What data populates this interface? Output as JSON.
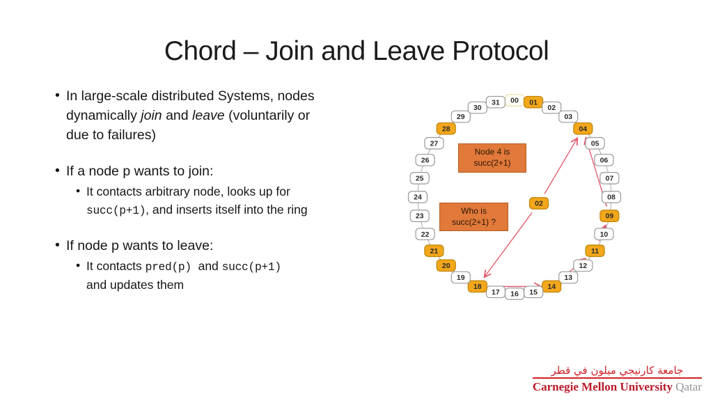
{
  "slide": {
    "title": "Chord – Join and Leave Protocol",
    "bullets": [
      {
        "level": 1,
        "gap_before": false,
        "runs": [
          {
            "t": "In large-scale distributed Systems, nodes"
          },
          {
            "br": true
          },
          {
            "t": "dynamically "
          },
          {
            "t": "join",
            "s": "i"
          },
          {
            "t": " and "
          },
          {
            "t": "leave",
            "s": "i"
          },
          {
            "t": " (voluntarily or"
          },
          {
            "br": true
          },
          {
            "t": "due to failures)"
          }
        ]
      },
      {
        "level": 1,
        "gap_before": true,
        "runs": [
          {
            "t": "If a node p wants to join:"
          }
        ]
      },
      {
        "level": 2,
        "gap_before": false,
        "runs": [
          {
            "t": "It contacts arbitrary node, looks up for"
          },
          {
            "br": true
          },
          {
            "t": "succ(p+1)",
            "s": "m"
          },
          {
            "t": ", and inserts itself into the ring"
          }
        ]
      },
      {
        "level": 1,
        "gap_before": true,
        "runs": [
          {
            "t": "If node p wants to leave:"
          }
        ]
      },
      {
        "level": 2,
        "gap_before": false,
        "runs": [
          {
            "t": "It contacts "
          },
          {
            "t": "pred(p)",
            "s": "m"
          },
          {
            "t": "  and "
          },
          {
            "t": "succ(p+1)",
            "s": "m"
          },
          {
            "br": true
          },
          {
            "t": "and updates them"
          }
        ]
      }
    ]
  },
  "diagram": {
    "ring_nodes": [
      {
        "label": "00",
        "state": "pale"
      },
      {
        "label": "01",
        "state": "orange"
      },
      {
        "label": "02",
        "state": "white"
      },
      {
        "label": "03",
        "state": "white"
      },
      {
        "label": "04",
        "state": "orange"
      },
      {
        "label": "05",
        "state": "white"
      },
      {
        "label": "06",
        "state": "white"
      },
      {
        "label": "07",
        "state": "white"
      },
      {
        "label": "08",
        "state": "white"
      },
      {
        "label": "09",
        "state": "orange"
      },
      {
        "label": "10",
        "state": "white"
      },
      {
        "label": "11",
        "state": "orange"
      },
      {
        "label": "12",
        "state": "white"
      },
      {
        "label": "13",
        "state": "white"
      },
      {
        "label": "14",
        "state": "orange"
      },
      {
        "label": "15",
        "state": "white"
      },
      {
        "label": "16",
        "state": "white"
      },
      {
        "label": "17",
        "state": "white"
      },
      {
        "label": "18",
        "state": "orange"
      },
      {
        "label": "19",
        "state": "white"
      },
      {
        "label": "20",
        "state": "orange"
      },
      {
        "label": "21",
        "state": "orange"
      },
      {
        "label": "22",
        "state": "white"
      },
      {
        "label": "23",
        "state": "white"
      },
      {
        "label": "24",
        "state": "white"
      },
      {
        "label": "25",
        "state": "white"
      },
      {
        "label": "26",
        "state": "white"
      },
      {
        "label": "27",
        "state": "white"
      },
      {
        "label": "28",
        "state": "orange"
      },
      {
        "label": "29",
        "state": "white"
      },
      {
        "label": "30",
        "state": "white"
      },
      {
        "label": "31",
        "state": "white"
      }
    ],
    "joining_node": {
      "label": "02"
    },
    "callouts": [
      {
        "line1": "Node 4 is",
        "line2": "succ(2+1)"
      },
      {
        "line1": "Who is",
        "line2": "succ(2+1) ?"
      }
    ],
    "arrows": [
      {
        "from": "join",
        "to": 18
      },
      {
        "from": 18,
        "to": 14
      },
      {
        "from": 14,
        "to": 11
      },
      {
        "from": 11,
        "to": 9
      },
      {
        "from": 9,
        "to": 4
      },
      {
        "from": "join",
        "to": 4
      }
    ],
    "colors": {
      "node_orange_fill": "#f3a71b",
      "node_orange_border": "#bb8305",
      "node_white_fill": "#ffffff",
      "node_white_border": "#9a9a9a",
      "node_pale_fill": "#fffef7",
      "node_pale_border": "#eedfae",
      "node_text": "#2b2b2b",
      "ring_line": "#aeaeae",
      "arrow": "#e25568",
      "callout_fill": "#e0793a",
      "callout_border": "#b85c20"
    }
  },
  "footer": {
    "arabic": "جامعة كارنيجي ميلون في قطر",
    "university": "Carnegie Mellon University",
    "campus": "Qatar"
  }
}
